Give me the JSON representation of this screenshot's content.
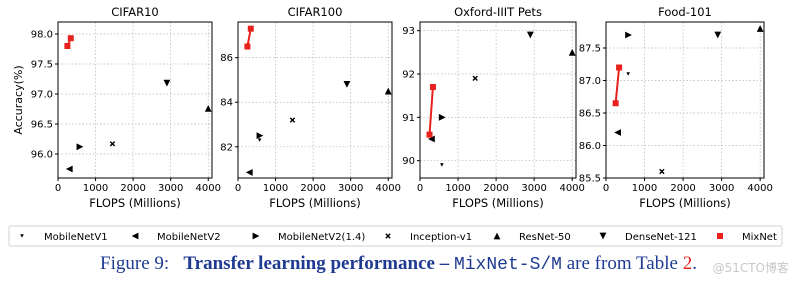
{
  "chart_data": [
    {
      "type": "scatter",
      "title": "CIFAR10",
      "xlabel": "FLOPS (Millions)",
      "ylabel": "Accuracy(%)",
      "xlim": [
        0,
        4100
      ],
      "ylim": [
        95.6,
        98.2
      ],
      "xticks": [
        0,
        1000,
        2000,
        3000,
        4000
      ],
      "yticks": [
        96.0,
        96.5,
        97.0,
        97.5,
        98.0
      ],
      "ytick_labels": [
        "96.0",
        "96.5",
        "97.0",
        "97.5",
        "98.0"
      ],
      "grid": true,
      "series": [
        {
          "name": "MobileNetV1",
          "marker": "tri_down_small",
          "points": []
        },
        {
          "name": "MobileNetV2",
          "marker": "tri_left",
          "points": [
            [
              300,
              95.75
            ]
          ]
        },
        {
          "name": "MobileNetV2(1.4)",
          "marker": "tri_right",
          "points": [
            [
              585,
              96.12
            ]
          ]
        },
        {
          "name": "Inception-v1",
          "marker": "x",
          "points": [
            [
              1450,
              96.17
            ]
          ]
        },
        {
          "name": "ResNet-50",
          "marker": "tri_up",
          "points": [
            [
              4000,
              96.76
            ]
          ]
        },
        {
          "name": "DenseNet-121",
          "marker": "tri_down",
          "points": [
            [
              2900,
              97.18
            ]
          ]
        },
        {
          "name": "MixNet",
          "marker": "square",
          "color": "#e8211d",
          "line": true,
          "points": [
            [
              250,
              97.8
            ],
            [
              340,
              97.93
            ]
          ]
        }
      ]
    },
    {
      "type": "scatter",
      "title": "CIFAR100",
      "xlabel": "FLOPS (Millions)",
      "xlim": [
        0,
        4100
      ],
      "ylim": [
        80.6,
        87.6
      ],
      "xticks": [
        0,
        1000,
        2000,
        3000,
        4000
      ],
      "yticks": [
        82,
        84,
        86
      ],
      "ytick_labels": [
        "82",
        "84",
        "86"
      ],
      "grid": true,
      "series": [
        {
          "name": "MobileNetV1",
          "marker": "tri_down_small",
          "points": [
            [
              575,
              82.3
            ]
          ]
        },
        {
          "name": "MobileNetV2",
          "marker": "tri_left",
          "points": [
            [
              300,
              80.85
            ]
          ]
        },
        {
          "name": "MobileNetV2(1.4)",
          "marker": "tri_right",
          "points": [
            [
              585,
              82.5
            ]
          ]
        },
        {
          "name": "Inception-v1",
          "marker": "x",
          "points": [
            [
              1450,
              83.2
            ]
          ]
        },
        {
          "name": "ResNet-50",
          "marker": "tri_up",
          "points": [
            [
              4000,
              84.5
            ]
          ]
        },
        {
          "name": "DenseNet-121",
          "marker": "tri_down",
          "points": [
            [
              2900,
              84.8
            ]
          ]
        },
        {
          "name": "MixNet",
          "marker": "square",
          "color": "#e8211d",
          "line": true,
          "points": [
            [
              250,
              86.5
            ],
            [
              340,
              87.3
            ]
          ]
        }
      ]
    },
    {
      "type": "scatter",
      "title": "Oxford-IIIT Pets",
      "xlabel": "FLOPS (Millions)",
      "xlim": [
        0,
        4100
      ],
      "ylim": [
        89.6,
        93.2
      ],
      "xticks": [
        0,
        1000,
        2000,
        3000,
        4000
      ],
      "yticks": [
        90,
        91,
        92,
        93
      ],
      "ytick_labels": [
        "90",
        "91",
        "92",
        "93"
      ],
      "grid": true,
      "series": [
        {
          "name": "MobileNetV1",
          "marker": "tri_down_small",
          "points": [
            [
              575,
              89.9
            ]
          ]
        },
        {
          "name": "MobileNetV2",
          "marker": "tri_left",
          "points": [
            [
              300,
              90.5
            ]
          ]
        },
        {
          "name": "MobileNetV2(1.4)",
          "marker": "tri_right",
          "points": [
            [
              585,
              91.0
            ]
          ]
        },
        {
          "name": "Inception-v1",
          "marker": "x",
          "points": [
            [
              1450,
              91.9
            ]
          ]
        },
        {
          "name": "ResNet-50",
          "marker": "tri_up",
          "points": [
            [
              4000,
              92.5
            ]
          ]
        },
        {
          "name": "DenseNet-121",
          "marker": "tri_down",
          "points": [
            [
              2900,
              92.9
            ]
          ]
        },
        {
          "name": "MixNet",
          "marker": "square",
          "color": "#e8211d",
          "line": true,
          "points": [
            [
              250,
              90.6
            ],
            [
              340,
              91.7
            ]
          ]
        }
      ]
    },
    {
      "type": "scatter",
      "title": "Food-101",
      "xlabel": "FLOPS (Millions)",
      "xlim": [
        0,
        4100
      ],
      "ylim": [
        85.5,
        87.9
      ],
      "xticks": [
        0,
        1000,
        2000,
        3000,
        4000
      ],
      "yticks": [
        85.5,
        86.0,
        86.5,
        87.0,
        87.5
      ],
      "ytick_labels": [
        "85.5",
        "86.0",
        "86.5",
        "87.0",
        "87.5"
      ],
      "grid": true,
      "series": [
        {
          "name": "MobileNetV1",
          "marker": "tri_down_small",
          "points": [
            [
              575,
              87.1
            ]
          ]
        },
        {
          "name": "MobileNetV2",
          "marker": "tri_left",
          "points": [
            [
              300,
              86.2
            ]
          ]
        },
        {
          "name": "MobileNetV2(1.4)",
          "marker": "tri_right",
          "points": [
            [
              585,
              87.7
            ]
          ]
        },
        {
          "name": "Inception-v1",
          "marker": "x",
          "points": [
            [
              1450,
              85.6
            ]
          ]
        },
        {
          "name": "ResNet-50",
          "marker": "tri_up",
          "points": [
            [
              4000,
              87.8
            ]
          ]
        },
        {
          "name": "DenseNet-121",
          "marker": "tri_down",
          "points": [
            [
              2900,
              87.7
            ]
          ]
        },
        {
          "name": "MixNet",
          "marker": "square",
          "color": "#e8211d",
          "line": true,
          "points": [
            [
              250,
              86.65
            ],
            [
              340,
              87.2
            ]
          ]
        }
      ]
    }
  ],
  "legend": [
    {
      "label": "MobileNetV1",
      "marker": "tri_down_small"
    },
    {
      "label": "MobileNetV2",
      "marker": "tri_left"
    },
    {
      "label": "MobileNetV2(1.4)",
      "marker": "tri_right"
    },
    {
      "label": "Inception-v1",
      "marker": "x"
    },
    {
      "label": "ResNet-50",
      "marker": "tri_up"
    },
    {
      "label": "DenseNet-121",
      "marker": "tri_down"
    },
    {
      "label": "MixNet",
      "marker": "square",
      "color": "#e8211d"
    }
  ],
  "legend_placement": "bottom",
  "colors": {
    "marker": "#000000",
    "mixnet": "#e8211d",
    "grid": "#b5b5b5",
    "caption": "#1f3a93"
  },
  "caption": {
    "prefix": "Figure 9:",
    "title": "Transfer learning performance",
    "dash": " – ",
    "models": "MixNet-S/M",
    "suffix_1": " are from Table ",
    "table_number": "2",
    "period": "."
  },
  "watermark": "@51CTO博客"
}
